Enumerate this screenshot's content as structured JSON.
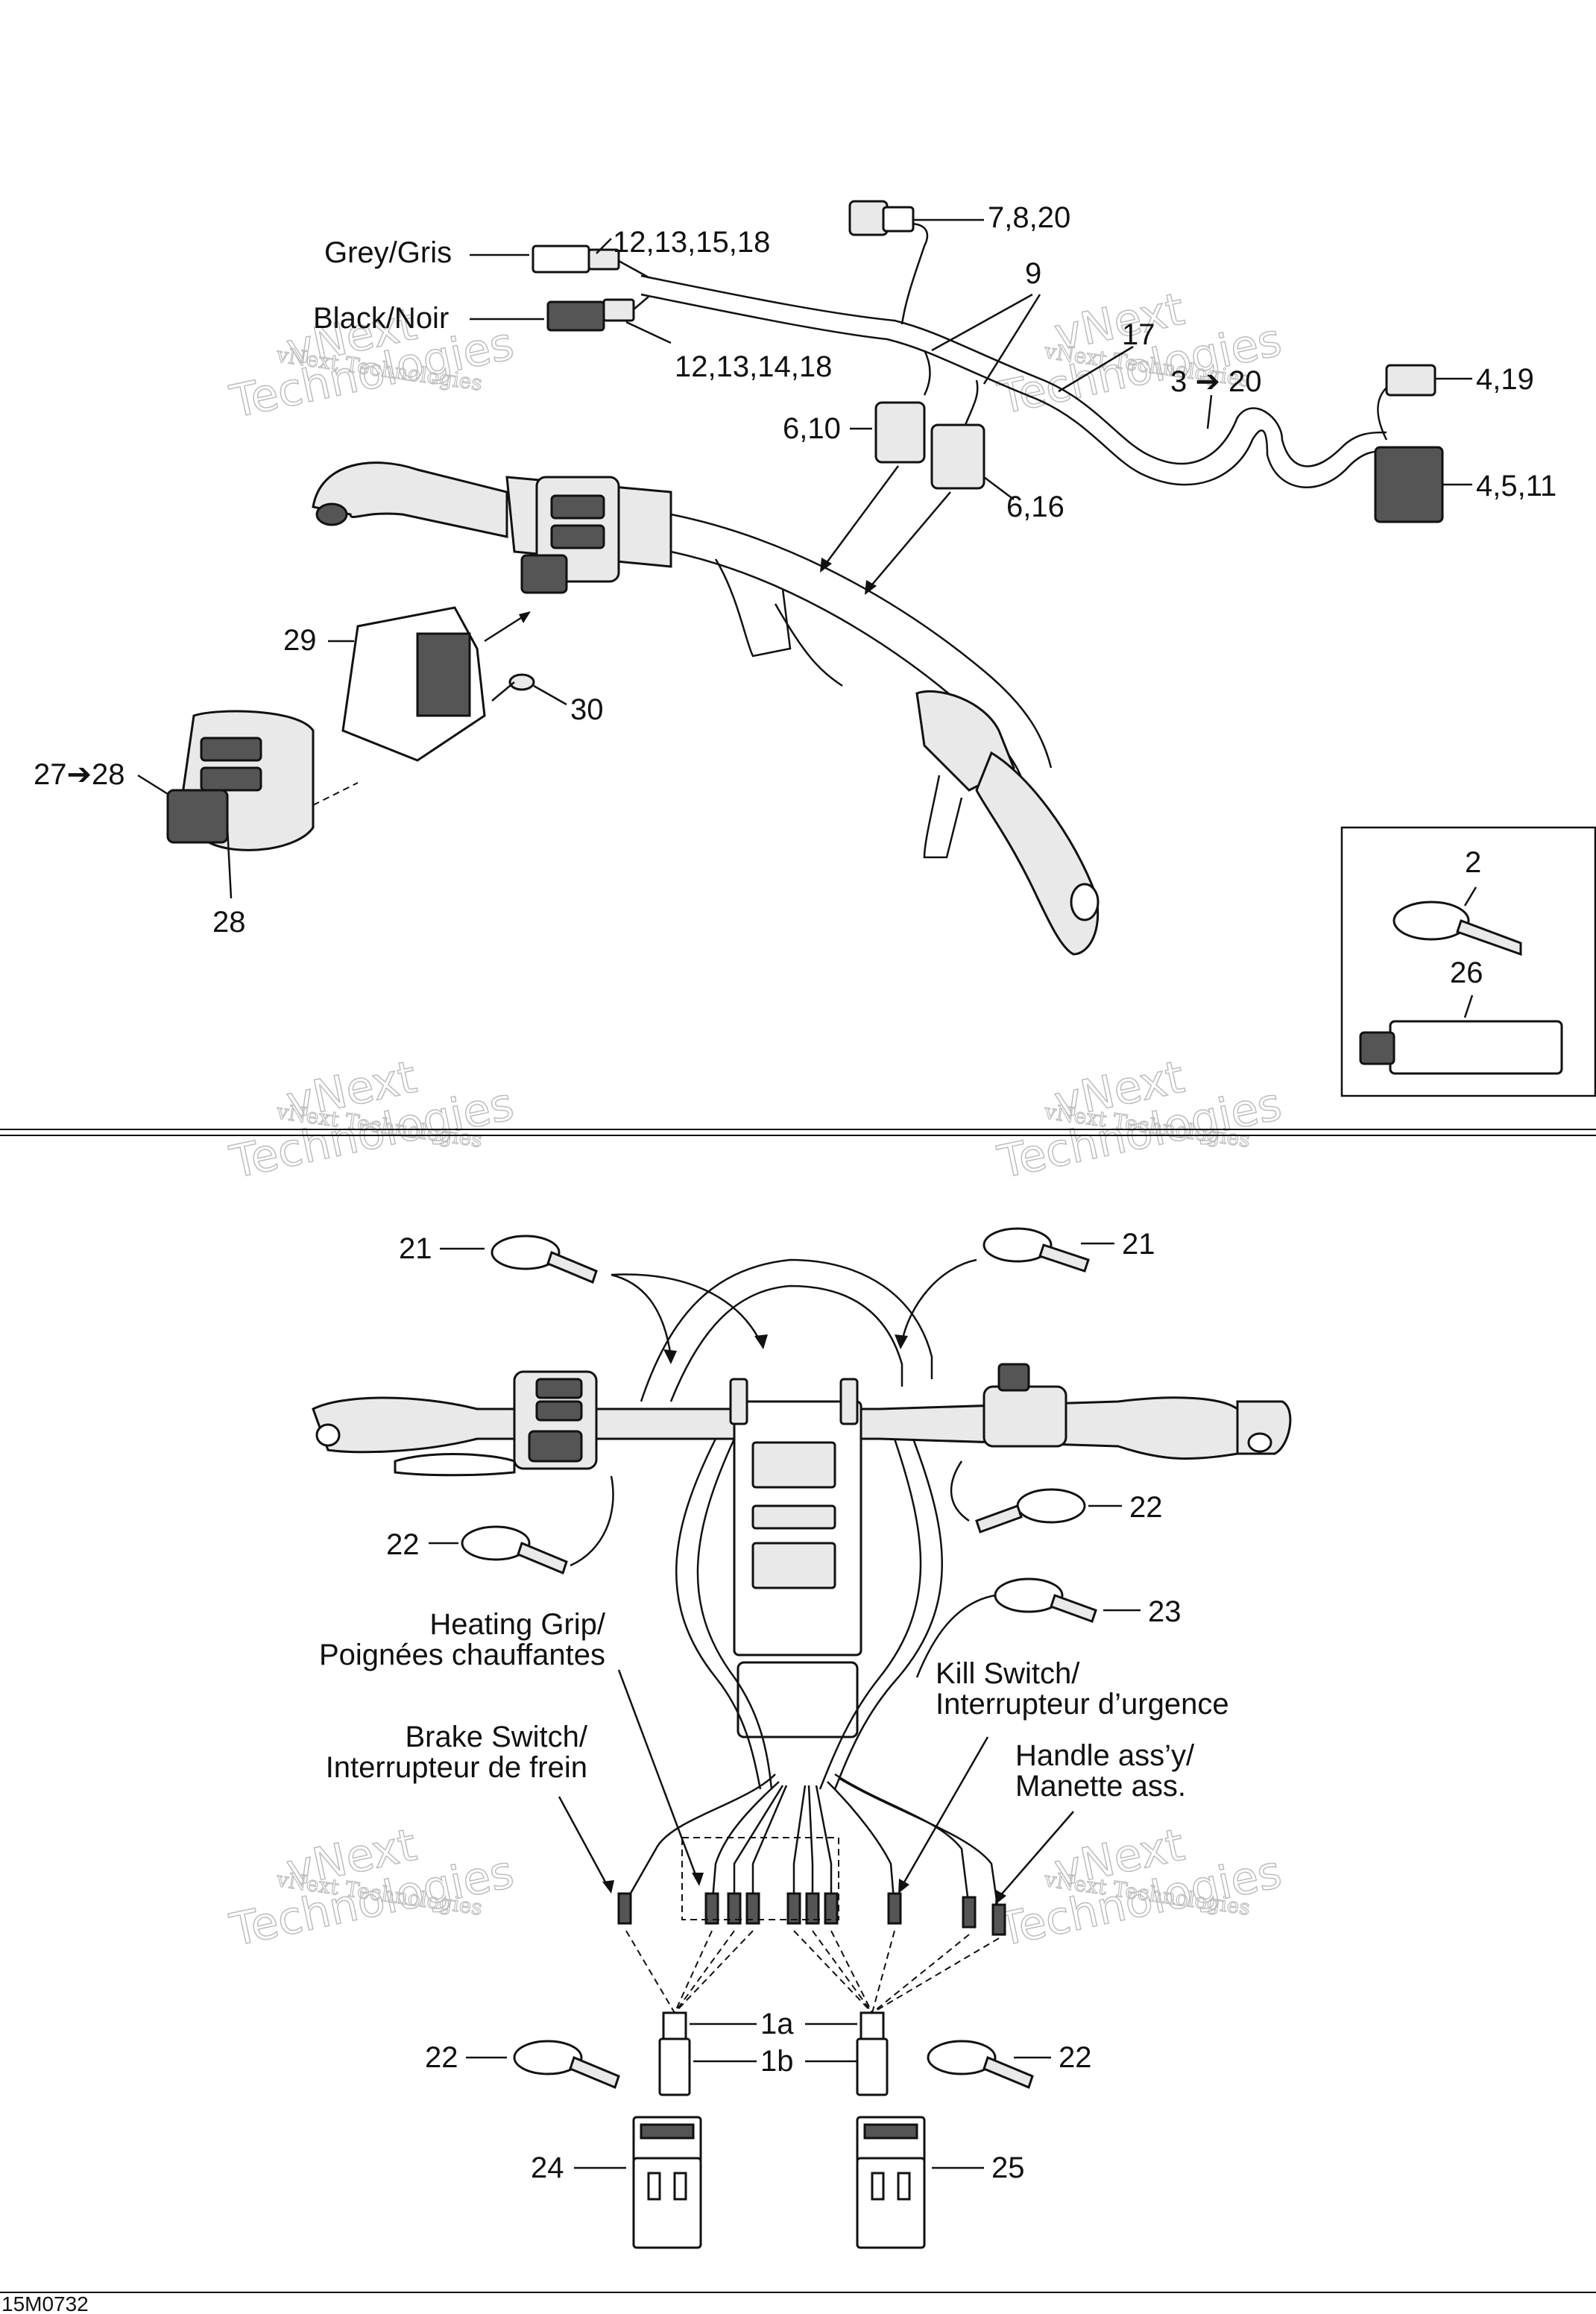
{
  "callouts": {
    "c_12_13_15_18": "12,13,15,18",
    "c_grey": "Grey/Gris",
    "c_black": "Black/Noir",
    "c_12_13_14_18": "12,13,14,18",
    "c_7_8_20": "7,8,20",
    "c_9": "9",
    "c_17": "17",
    "c_3_20": "3 ➔ 20",
    "c_4_19": "4,19",
    "c_4_5_11": "4,5,11",
    "c_6_10": "6,10",
    "c_6_16": "6,16",
    "c_29": "29",
    "c_30": "30",
    "c_27_28": "27➔28",
    "c_28": "28",
    "c_2": "2",
    "c_26": "26",
    "c_21_left": "21",
    "c_21_right": "21",
    "c_22_upper_right": "22",
    "c_22_upper_left": "22",
    "c_23": "23",
    "c_22_lower_left": "22",
    "c_22_lower_right": "22",
    "c_1a": "1a",
    "c_1b": "1b",
    "c_24": "24",
    "c_25": "25"
  },
  "descriptions": {
    "heating_grip_en": "Heating Grip/",
    "heating_grip_fr": "Poignées chauffantes",
    "brake_switch_en": "Brake Switch/",
    "brake_switch_fr": "Interrupteur de frein",
    "kill_switch_en": "Kill Switch/",
    "kill_switch_fr": "Interrupteur d’urgence",
    "handle_en": "Handle ass’y/",
    "handle_fr": "Manette ass."
  },
  "watermark": {
    "line1": "vNext Technologies",
    "line2": "Technologies",
    "line3": "vNext"
  },
  "footer": {
    "drawing_code": "15M0732"
  }
}
